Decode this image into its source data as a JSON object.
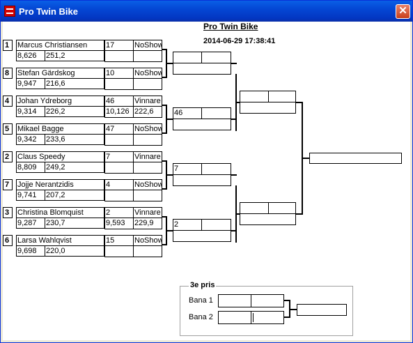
{
  "window": {
    "title": "Pro Twin Bike",
    "close_glyph": "✕"
  },
  "header": {
    "title": "Pro Twin Bike",
    "timestamp": "2014-06-29 17:38:41"
  },
  "riders": [
    {
      "seed": "1",
      "name": "Marcus Christiansen",
      "time": "8,626",
      "speed": "251,2",
      "opp": "17",
      "result": "NoShow",
      "opp_time": "",
      "opp_speed": ""
    },
    {
      "seed": "8",
      "name": "Stefan Gärdskog",
      "time": "9,947",
      "speed": "216,6",
      "opp": "10",
      "result": "NoShow",
      "opp_time": "",
      "opp_speed": ""
    },
    {
      "seed": "4",
      "name": "Johan Ydreborg",
      "time": "9,314",
      "speed": "226,2",
      "opp": "46",
      "result": "Vinnare",
      "opp_time": "10,126",
      "opp_speed": "222,6"
    },
    {
      "seed": "5",
      "name": "Mikael Bagge",
      "time": "9,342",
      "speed": "233,6",
      "opp": "47",
      "result": "NoShow",
      "opp_time": "",
      "opp_speed": ""
    },
    {
      "seed": "2",
      "name": "Claus Speedy",
      "time": "8,809",
      "speed": "249,2",
      "opp": "7",
      "result": "Vinnare",
      "opp_time": "",
      "opp_speed": ""
    },
    {
      "seed": "7",
      "name": "Jojje Nerantzidis",
      "time": "9,741",
      "speed": "207,2",
      "opp": "4",
      "result": "NoShow",
      "opp_time": "",
      "opp_speed": ""
    },
    {
      "seed": "3",
      "name": "Christina  Blomquist",
      "time": "9,287",
      "speed": "230,7",
      "opp": "2",
      "result": "Vinnare",
      "opp_time": "9,593",
      "opp_speed": "229,9"
    },
    {
      "seed": "6",
      "name": "Larsa Wahlqvist",
      "time": "9,698",
      "speed": "220,0",
      "opp": "15",
      "result": "NoShow",
      "opp_time": "",
      "opp_speed": ""
    }
  ],
  "quarterfinals": [
    {
      "top": "",
      "bottom": "46"
    },
    {
      "top": "7",
      "bottom": "2"
    }
  ],
  "semifinals": [
    {
      "top": "",
      "bottom": ""
    },
    {
      "top": "",
      "bottom": ""
    }
  ],
  "final": "",
  "third_prize": {
    "title": "3e pris",
    "lane1": "Bana 1",
    "lane2": "Bana 2"
  }
}
